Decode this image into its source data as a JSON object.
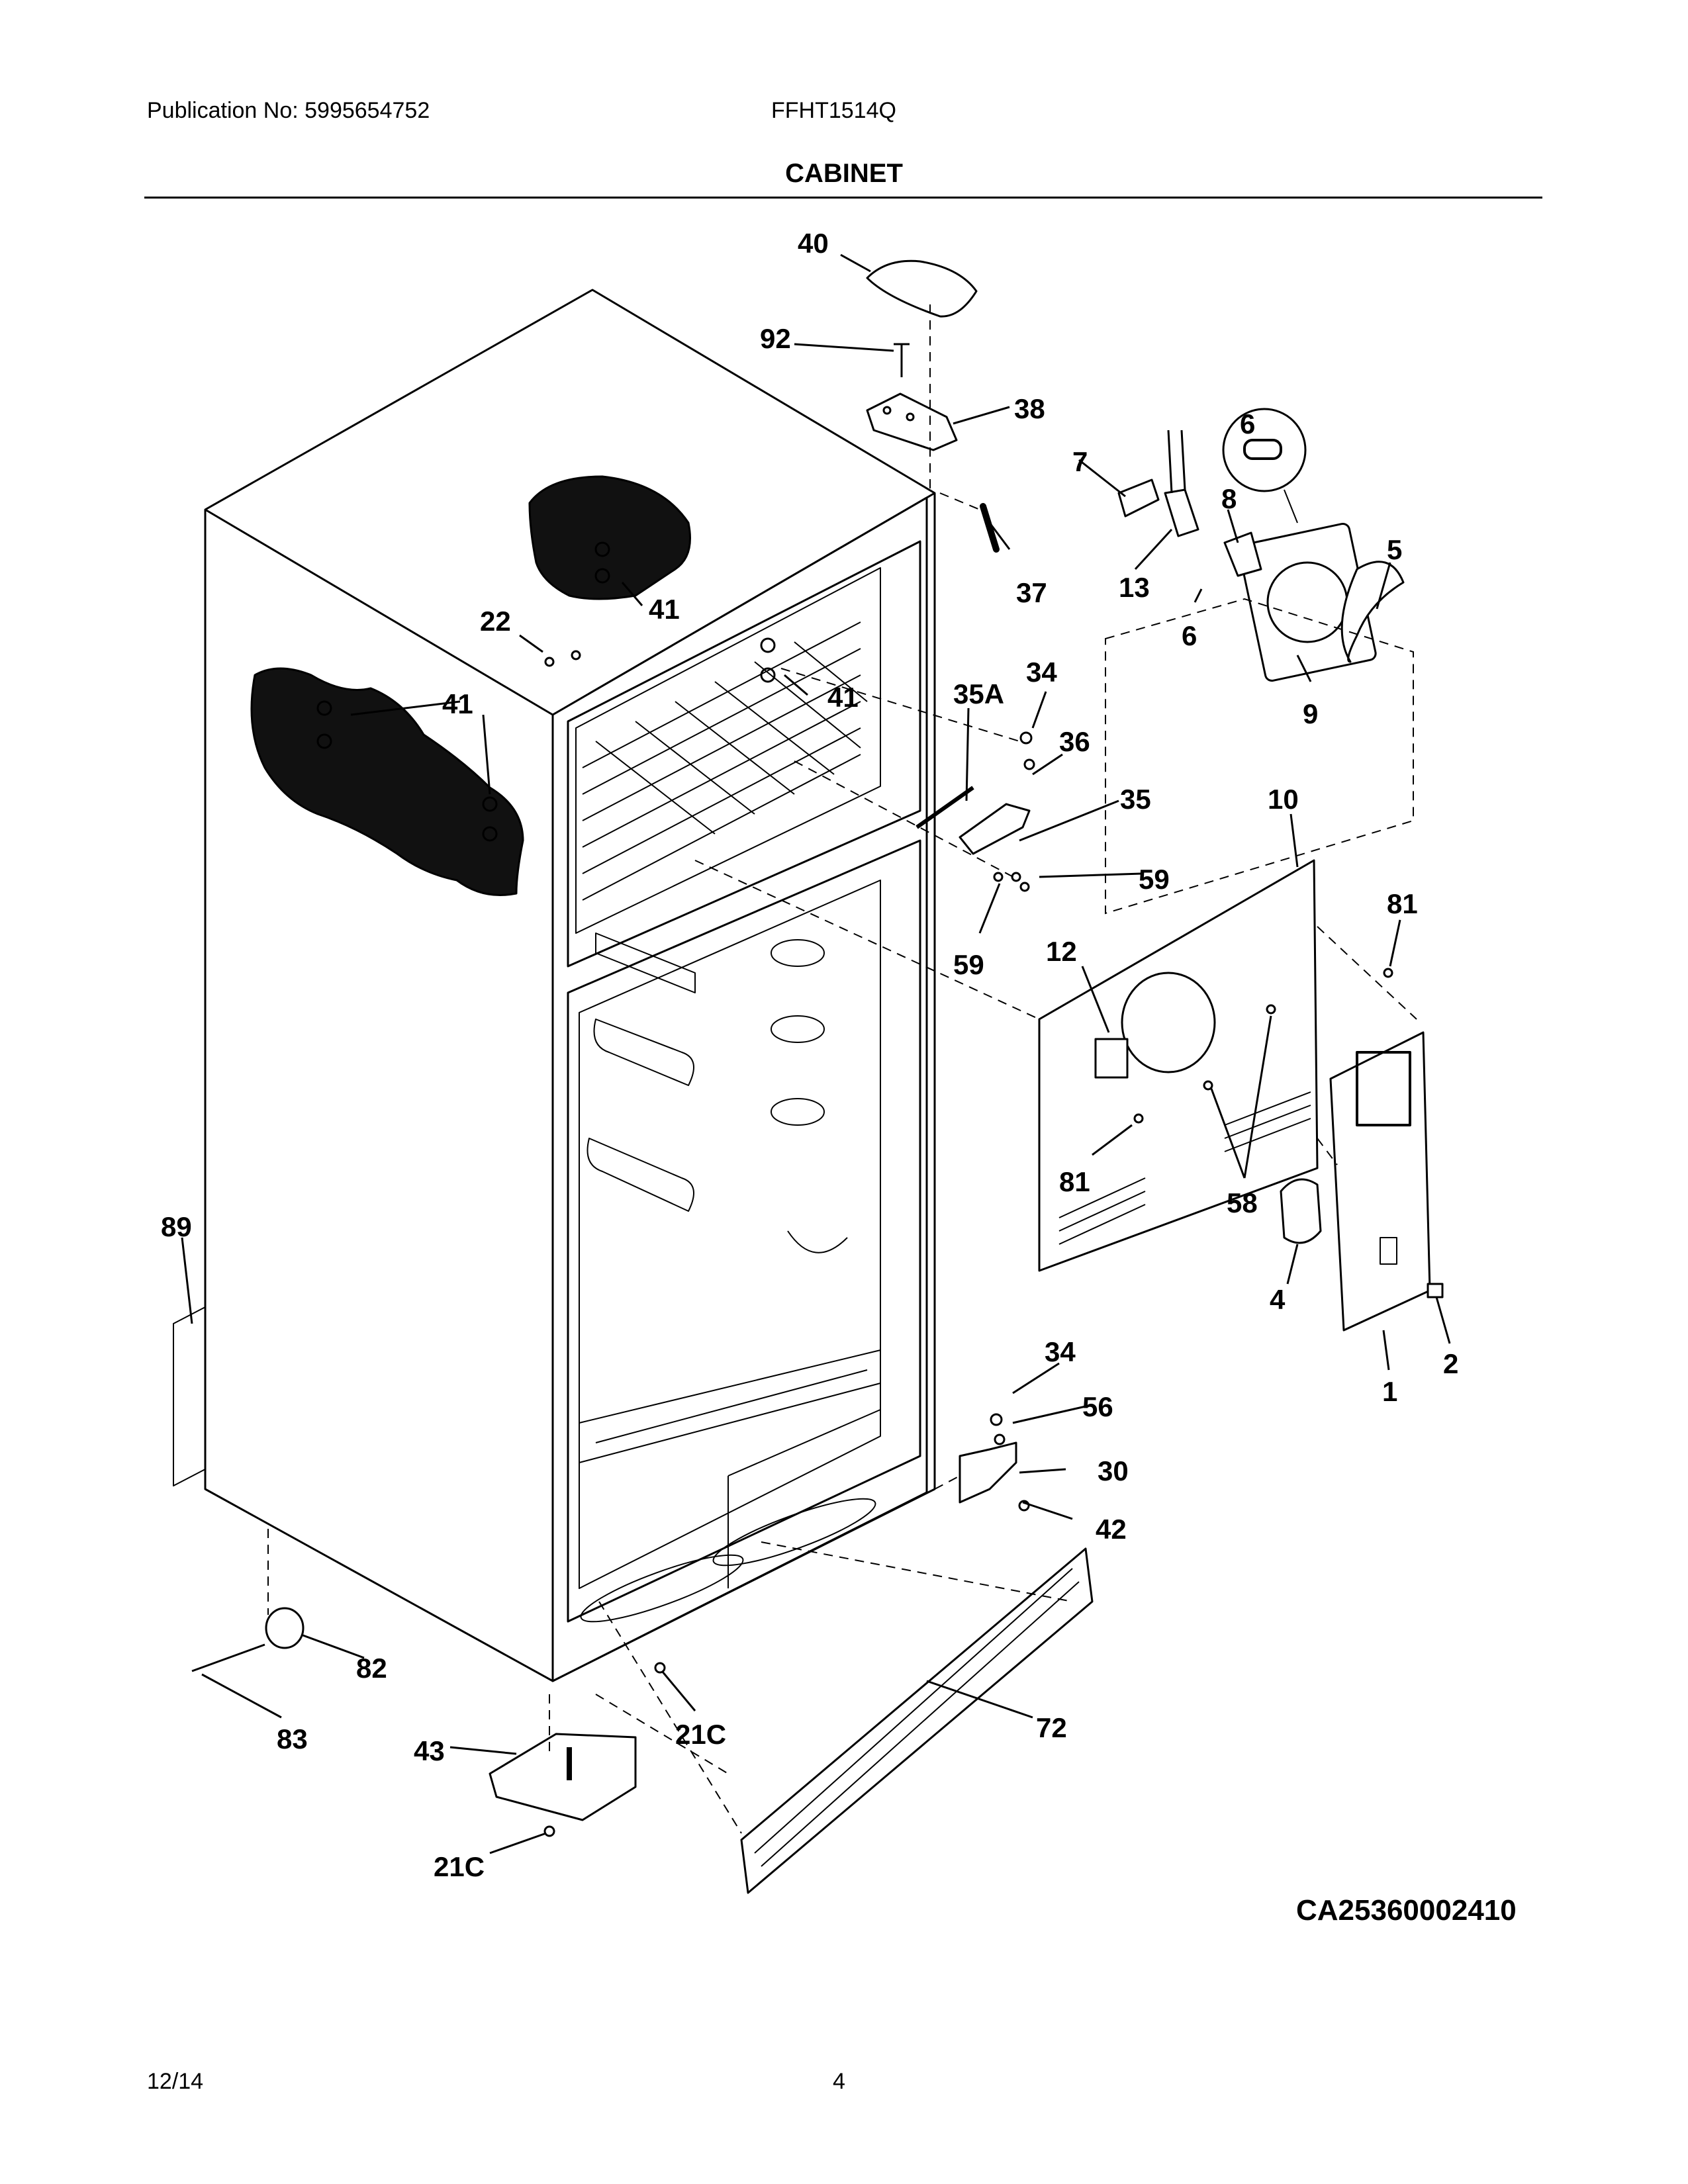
{
  "header": {
    "publication": "Publication No: 5995654752",
    "model": "FFHT1514Q",
    "title": "CABINET"
  },
  "diagram": {
    "code": "CA25360002410",
    "callouts": [
      "40",
      "92",
      "38",
      "6",
      "7",
      "8",
      "13",
      "5",
      "37",
      "6",
      "9",
      "22",
      "41",
      "41",
      "41",
      "35A",
      "34",
      "36",
      "35",
      "10",
      "59",
      "59",
      "81",
      "12",
      "81",
      "58",
      "89",
      "4",
      "2",
      "1",
      "34",
      "56",
      "30",
      "42",
      "82",
      "72",
      "83",
      "21C",
      "43",
      "21C"
    ]
  },
  "footer": {
    "date": "12/14",
    "page": "4"
  }
}
